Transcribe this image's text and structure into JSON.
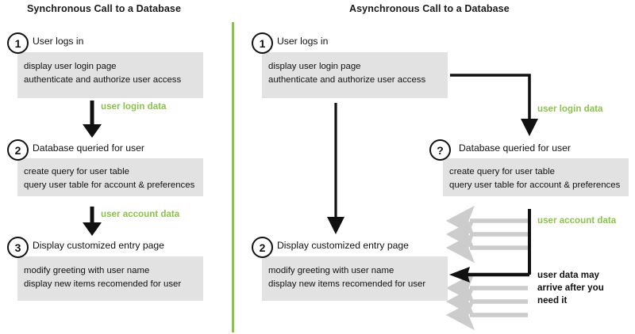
{
  "panels": [
    {
      "id": "synchronous",
      "title": "Synchronous Call to a Database",
      "steps": [
        {
          "badge": "1",
          "heading": "User logs in",
          "lines": [
            "display user login page",
            "authenticate and authorize user access"
          ]
        },
        {
          "badge": "2",
          "heading": "Database queried for user",
          "lines": [
            "create query for user table",
            "query user table for account & preferences"
          ]
        },
        {
          "badge": "3",
          "heading": "Display customized entry page",
          "lines": [
            "modify greeting with user name",
            "display new items recomended for user"
          ]
        }
      ],
      "flow_labels": [
        "user login data",
        "user account data"
      ]
    },
    {
      "id": "asynchronous",
      "title": "Asynchronous Call to a Database",
      "steps": [
        {
          "badge": "1",
          "heading": "User logs in",
          "lines": [
            "display user login page",
            "authenticate and authorize user access"
          ]
        },
        {
          "badge": "2",
          "heading": "Display customized entry page",
          "lines": [
            "modify greeting with user name",
            "display new items recomended for user"
          ]
        },
        {
          "badge": "?",
          "heading": "Database queried for user",
          "lines": [
            "create query for user table",
            "query user table for account & preferences"
          ]
        }
      ],
      "flow_labels": [
        "user login data",
        "user account data"
      ],
      "note": [
        "user data may",
        "arrive after you",
        "need it"
      ],
      "ghost_arrow_count": 6
    }
  ],
  "colors": {
    "accent_green": "#8bc34a",
    "box_fill": "#e2e2e2",
    "ink": "#111111",
    "ghost_gray": "#cccccc"
  }
}
